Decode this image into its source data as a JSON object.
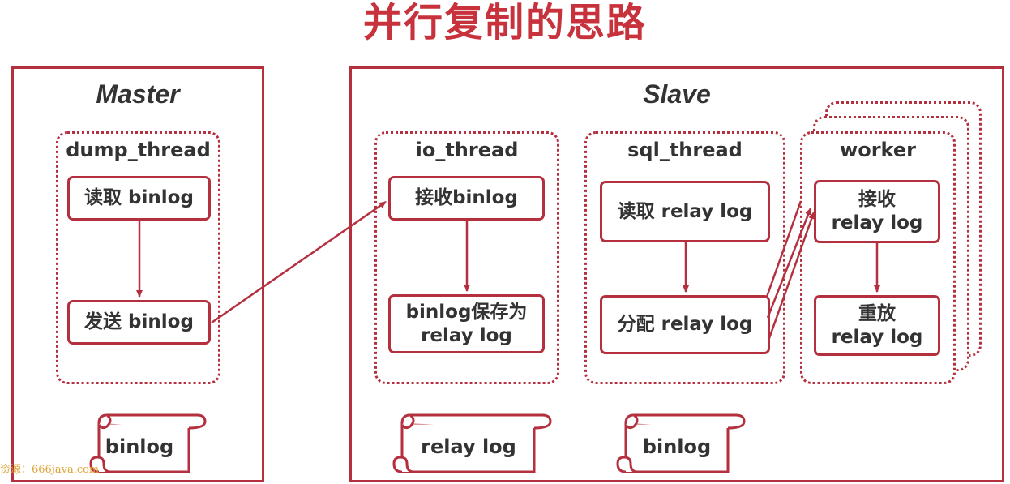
{
  "title": "并行复制的思路",
  "master": {
    "title": "Master",
    "group_label": "dump_thread",
    "box1": "读取 binlog",
    "box2": "发送 binlog",
    "scroll": "binlog"
  },
  "slave": {
    "title": "Slave",
    "io": {
      "label": "io_thread",
      "box1": "接收binlog",
      "box2_line1": "binlog保存为",
      "box2_line2": "relay log",
      "scroll": "relay log"
    },
    "sql": {
      "label": "sql_thread",
      "box1": "读取 relay log",
      "box2": "分配 relay log",
      "scroll": "binlog"
    },
    "worker": {
      "label": "worker",
      "box1_line1": "接收",
      "box1_line2": "relay log",
      "box2_line1": "重放",
      "box2_line2": "relay log"
    }
  },
  "watermark": "资源：666java.com",
  "colors": {
    "accent": "#b4303e",
    "title": "#c8323c"
  }
}
